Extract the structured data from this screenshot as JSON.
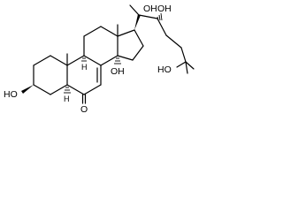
{
  "molecule": {
    "atom_labels": {
      "oh_c3": "HO",
      "oh_c14": "OH",
      "oh_c20": "OH",
      "oh_c22": "OH",
      "ho_c25": "HO",
      "o_c6": "O",
      "h_c5": "H",
      "h_c9": "H"
    }
  }
}
